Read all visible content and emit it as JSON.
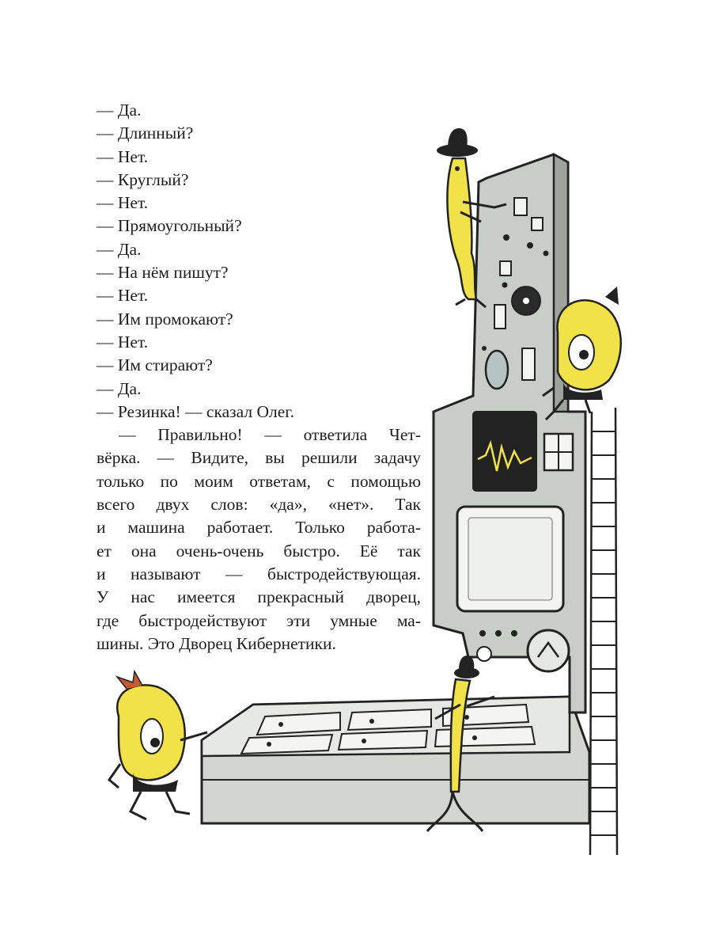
{
  "dialogue": [
    "— Да.",
    "— Длинный?",
    "— Нет.",
    "— Круглый?",
    "— Нет.",
    "— Прямоугольный?",
    "— Да.",
    "— На нём пишут?",
    "— Нет.",
    "— Им промокают?",
    "— Нет.",
    "— Им стирают?",
    "— Да.",
    "— Резинка! — сказал Олег."
  ],
  "paragraph": [
    "— Правильно! — ответила Чет-",
    "вёрка. — Видите, вы решили задачу",
    "только по моим ответам, с помощью",
    "всего двух слов: «да», «нет». Так",
    "и машина работает. Только работа-",
    "ет она очень-очень быстро. Её так",
    "и называют — быстродействующая.",
    "У нас имеется прекрасный дворец,",
    "где быстродействуют эти умные ма-",
    "шины. Это Дворец Кибернетики."
  ],
  "colors": {
    "text": "#1d1d1d",
    "machine": "#c9cdc7",
    "character": "#f2e24a",
    "outline": "#222222"
  }
}
